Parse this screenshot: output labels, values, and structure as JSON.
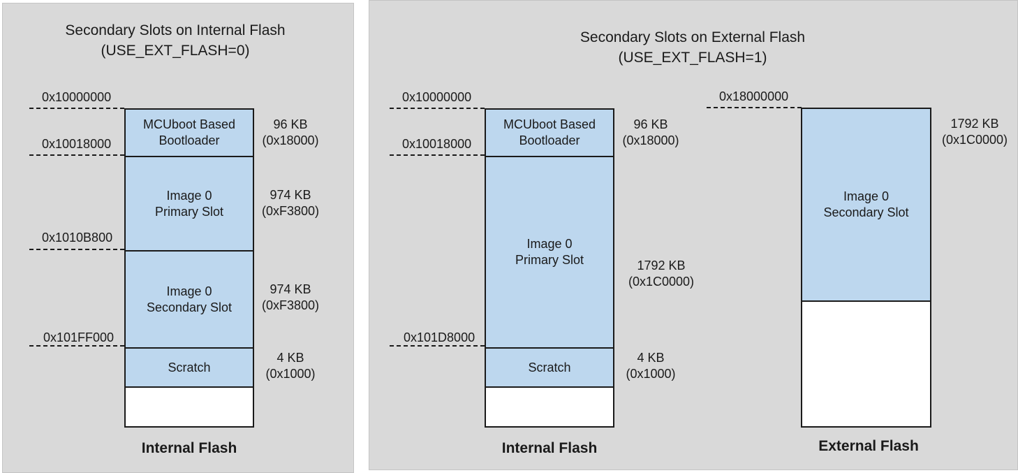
{
  "left": {
    "title_line1": "Secondary Slots on Internal Flash",
    "title_line2": "(USE_EXT_FLASH=0)",
    "addresses": [
      "0x10000000",
      "0x10018000",
      "0x1010B800",
      "0x101FF000"
    ],
    "regions": [
      {
        "line1": "MCUboot Based",
        "line2": "Bootloader"
      },
      {
        "line1": "Image 0",
        "line2": "Primary Slot"
      },
      {
        "line1": "Image 0",
        "line2": "Secondary Slot"
      },
      {
        "line1": "Scratch",
        "line2": ""
      }
    ],
    "sizes": [
      {
        "kb": "96 KB",
        "hex": "(0x18000)"
      },
      {
        "kb": "974 KB",
        "hex": "(0xF3800)"
      },
      {
        "kb": "974 KB",
        "hex": "(0xF3800)"
      },
      {
        "kb": "4 KB",
        "hex": "(0x1000)"
      }
    ],
    "flash_label": "Internal Flash"
  },
  "right": {
    "title_line1": "Secondary Slots on External Flash",
    "title_line2": "(USE_EXT_FLASH=1)",
    "internal": {
      "addresses": [
        "0x10000000",
        "0x10018000",
        "0x101D8000"
      ],
      "regions": [
        {
          "line1": "MCUboot Based",
          "line2": "Bootloader"
        },
        {
          "line1": "Image 0",
          "line2": "Primary Slot"
        },
        {
          "line1": "Scratch",
          "line2": ""
        }
      ],
      "sizes": [
        {
          "kb": "96 KB",
          "hex": "(0x18000)"
        },
        {
          "kb": "1792 KB",
          "hex": "(0x1C0000)"
        },
        {
          "kb": "4 KB",
          "hex": "(0x1000)"
        }
      ],
      "flash_label": "Internal Flash"
    },
    "external": {
      "address": "0x18000000",
      "region": {
        "line1": "Image 0",
        "line2": "Secondary Slot"
      },
      "size": {
        "kb": "1792 KB",
        "hex": "(0x1C0000)"
      },
      "flash_label": "External Flash"
    }
  },
  "colors": {
    "panel": "#d9d9d9",
    "region_fill": "#bdd7ee",
    "outline": "#1a1a1a"
  }
}
